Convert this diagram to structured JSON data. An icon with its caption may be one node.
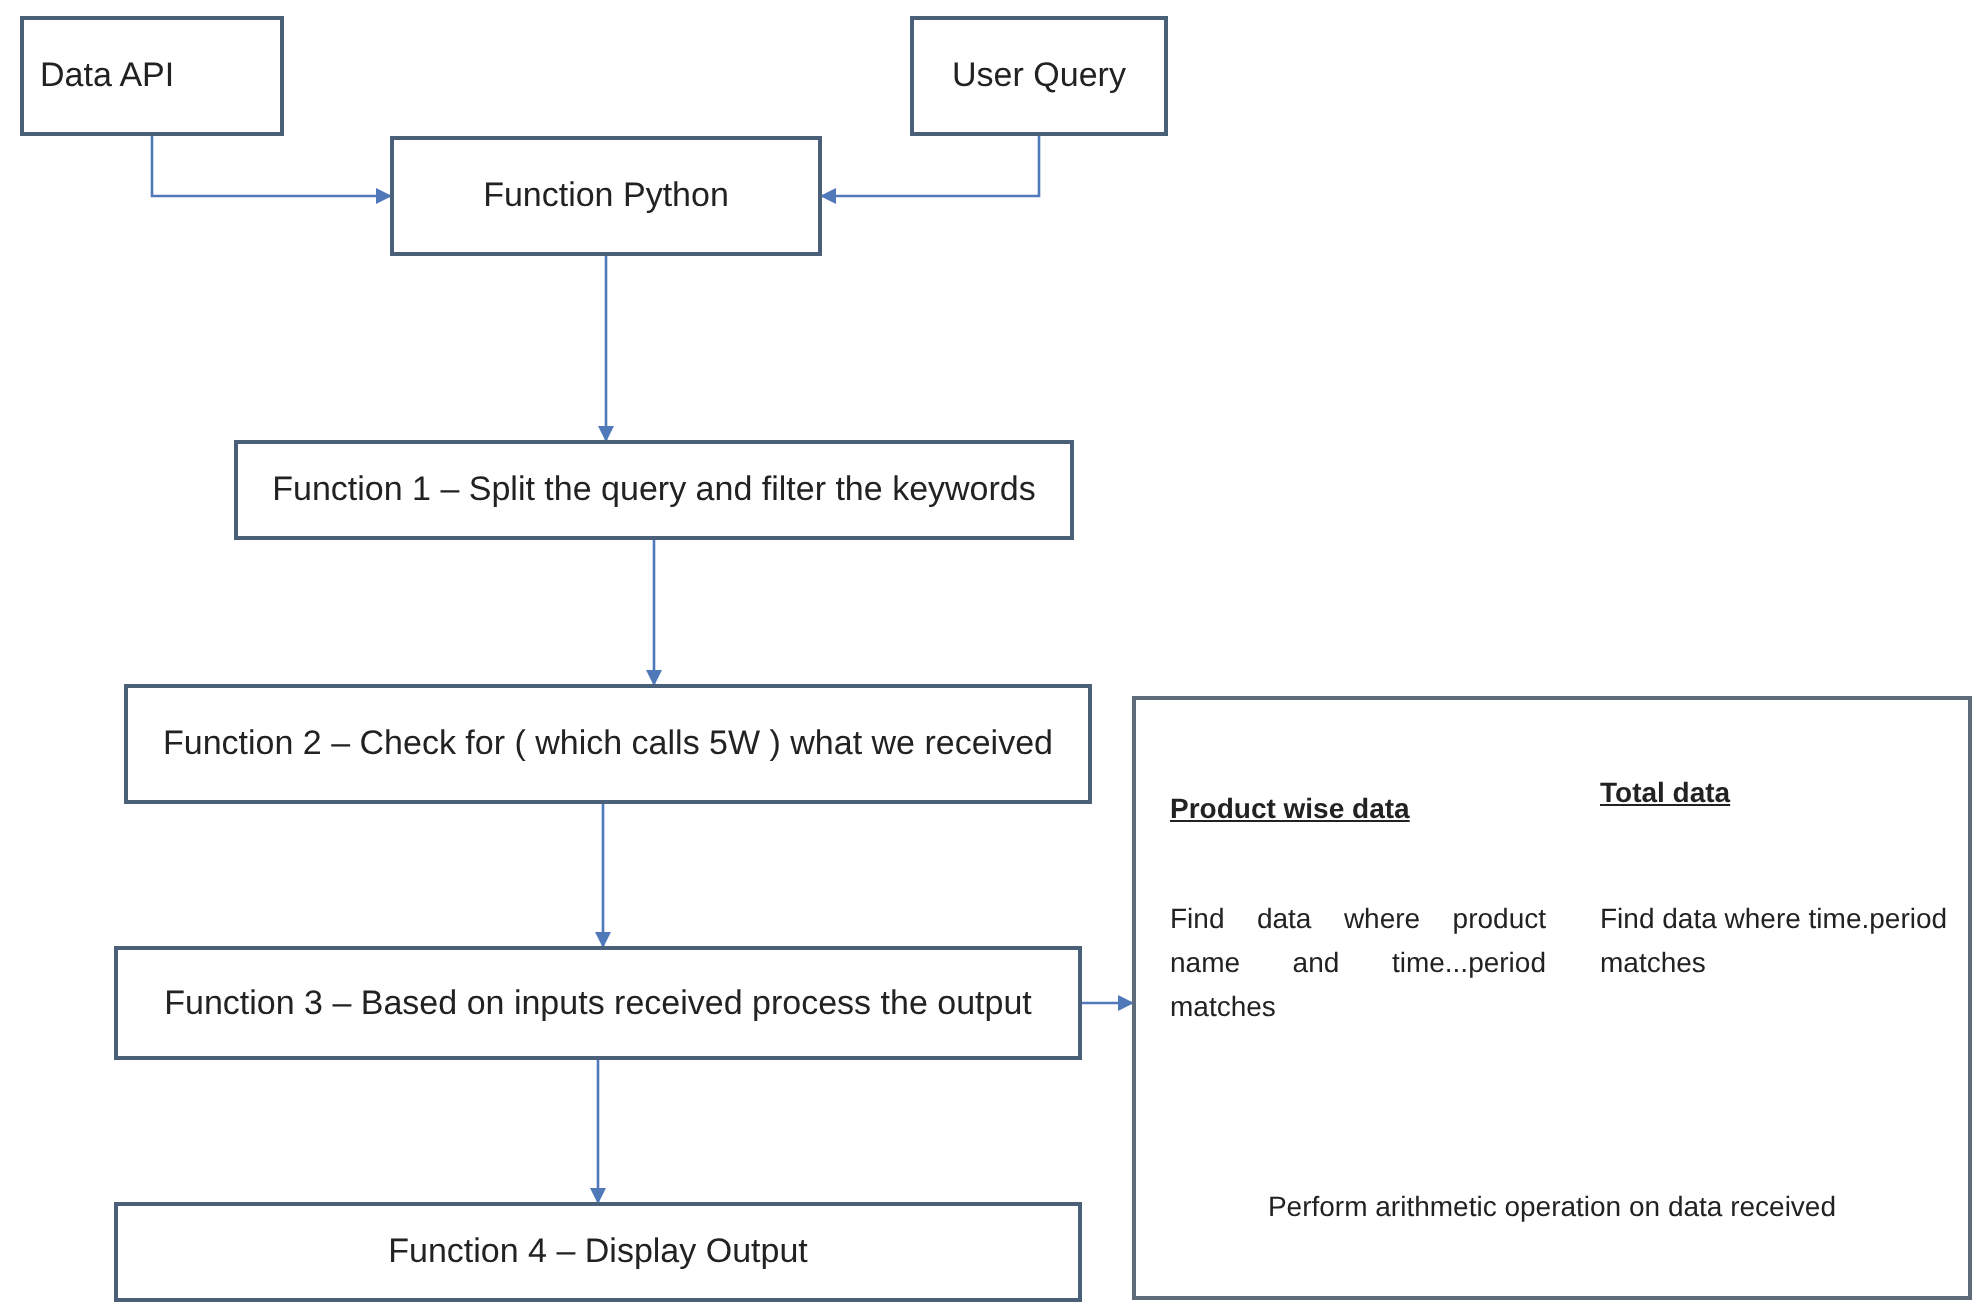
{
  "diagram": {
    "nodes": [
      {
        "text": [
          "Data API"
        ]
      },
      {
        "text": [
          "User Query"
        ]
      },
      {
        "text": [
          "Function Python"
        ]
      },
      {
        "text": [
          "Function 1 – Split the query and filter the keywords"
        ]
      },
      {
        "text": [
          "Function 2 – Check for ( which calls 5W ) what we received"
        ]
      },
      {
        "text": [
          "Function 3 – Based on inputs received process the output"
        ]
      },
      {
        "text": [
          "Function 4 – Display Output"
        ]
      },
      {
        "text": [
          "Product wise data",
          "Total data",
          "Find data where product name and time...period matches",
          "Find data where time.period matches",
          "Perform arithmetic operation on data received"
        ]
      }
    ],
    "edges": [
      {
        "from": 0,
        "to": 2,
        "arrow": "to"
      },
      {
        "from": 1,
        "to": 2,
        "arrow": "to"
      },
      {
        "from": 2,
        "to": 3,
        "arrow": "to"
      },
      {
        "from": 3,
        "to": 4,
        "arrow": "to"
      },
      {
        "from": 4,
        "to": 5,
        "arrow": "to"
      },
      {
        "from": 5,
        "to": 6,
        "arrow": "to"
      },
      {
        "from": 5,
        "to": 7,
        "arrow": "to"
      }
    ]
  }
}
